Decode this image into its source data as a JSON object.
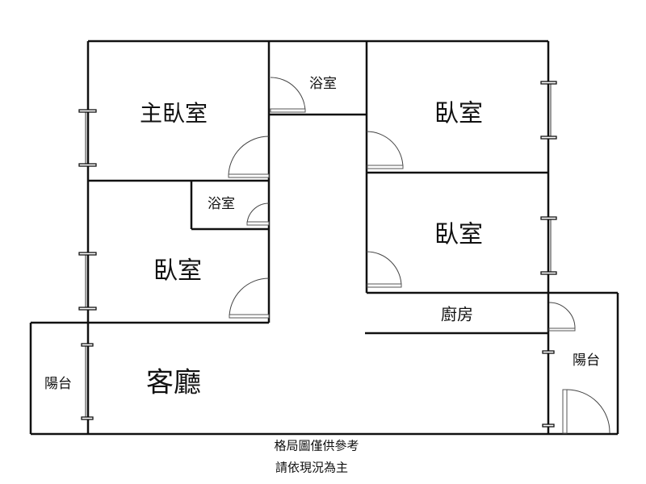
{
  "rooms": {
    "master_bedroom": "主臥室",
    "bathroom_top": "浴室",
    "bedroom_right_top": "臥室",
    "bathroom_small": "浴室",
    "bedroom_right_bottom": "臥室",
    "bedroom_left": "臥室",
    "kitchen": "廚房",
    "balcony_left": "陽台",
    "living_room": "客廳",
    "balcony_right": "陽台"
  },
  "notes": {
    "line1": "格局圖僅供參考",
    "line2": "請依現況為主"
  }
}
